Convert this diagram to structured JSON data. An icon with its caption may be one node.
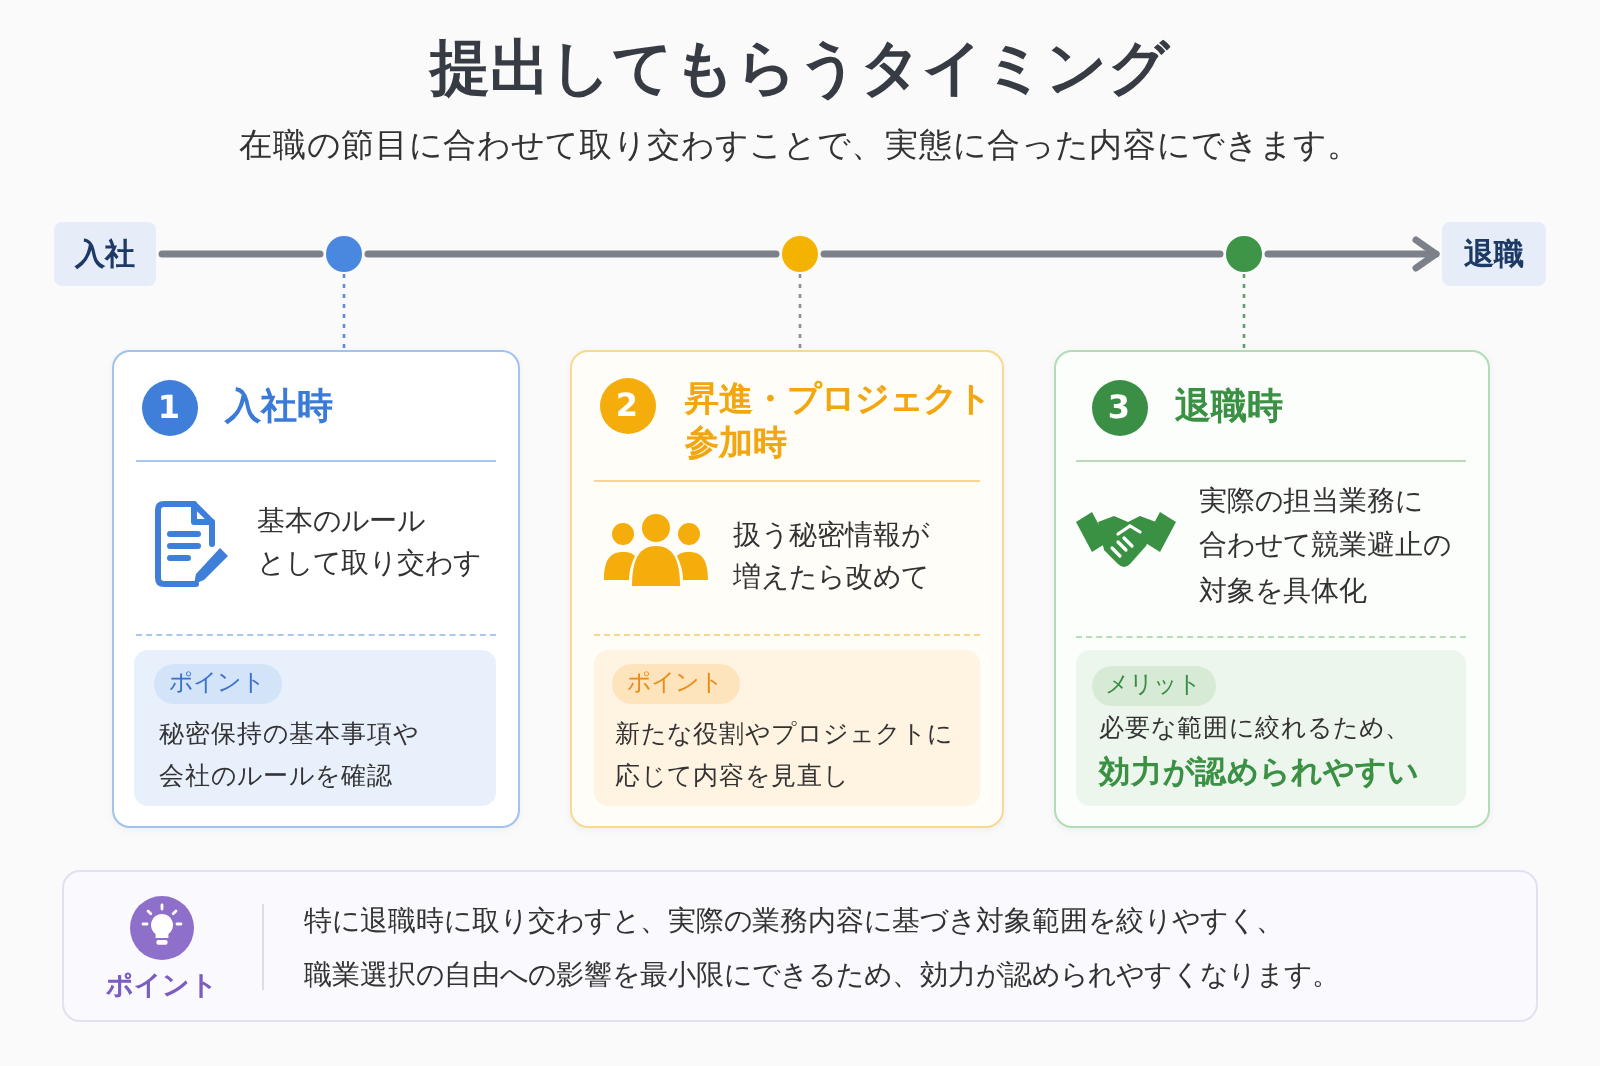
{
  "diagram": {
    "title": "提出してもらうタイミング",
    "nodes": [
      {
        "text": [
          "入社"
        ]
      },
      {
        "text": [],
        "shape": "circle"
      },
      {
        "text": [],
        "shape": "circle"
      },
      {
        "text": [],
        "shape": "circle"
      },
      {
        "text": [
          "退職"
        ]
      },
      {
        "text": [
          "入社時",
          "基本のルールとして取り交わす"
        ]
      },
      {
        "text": [
          "1"
        ],
        "in": 5
      },
      {
        "text": [
          "秘密保持の基本事項や会社のルールを確認"
        ],
        "in": 5
      },
      {
        "text": [
          "ポイント"
        ],
        "in": 7
      },
      {
        "text": [
          "昇進・プロジェクト参加時",
          "扱う秘密情報が増えたら改めて"
        ]
      },
      {
        "text": [
          "2"
        ],
        "in": 9
      },
      {
        "text": [
          "新たな役割やプロジェクトに応じて内容を見直し"
        ],
        "in": 9
      },
      {
        "text": [
          "ポイント"
        ],
        "in": 11
      },
      {
        "text": [
          "退職時",
          "実際の担当業務に合わせて競業避止の対象を具体化"
        ]
      },
      {
        "text": [
          "3"
        ],
        "in": 13
      },
      {
        "text": [
          "必要な範囲に絞れるため、**効力が認められやすい**"
        ],
        "in": 13
      },
      {
        "text": [
          "メリット"
        ],
        "in": 15
      },
      {
        "text": [
          "ポイント",
          "特に退職時に取り交わすと、実際の業務内容に基づき対象範囲を絞りやすく、職業選択の自由への影響を最小限にできるため、効力が認められやすくなります。"
        ]
      }
    ],
    "edges": [
      {
        "from": 0,
        "to": 1,
        "arrow": "none"
      },
      {
        "from": 1,
        "to": 2,
        "arrow": "none"
      },
      {
        "from": 2,
        "to": 3,
        "arrow": "none"
      },
      {
        "from": 3,
        "to": 4,
        "arrow": "to"
      },
      {
        "from": 1,
        "to": 5,
        "arrow": "none",
        "style": "dashed",
        "color": "#5b8fdb"
      },
      {
        "from": 2,
        "to": 9,
        "arrow": "none",
        "style": "dashed",
        "color": "#8f8f8f"
      },
      {
        "from": 3,
        "to": 13,
        "arrow": "none",
        "style": "dashed",
        "color": "#5aa463"
      }
    ],
    "labels": [
      "在職の節目に合わせて取り交わすことで、実態に合った内容にできます。"
    ]
  }
}
